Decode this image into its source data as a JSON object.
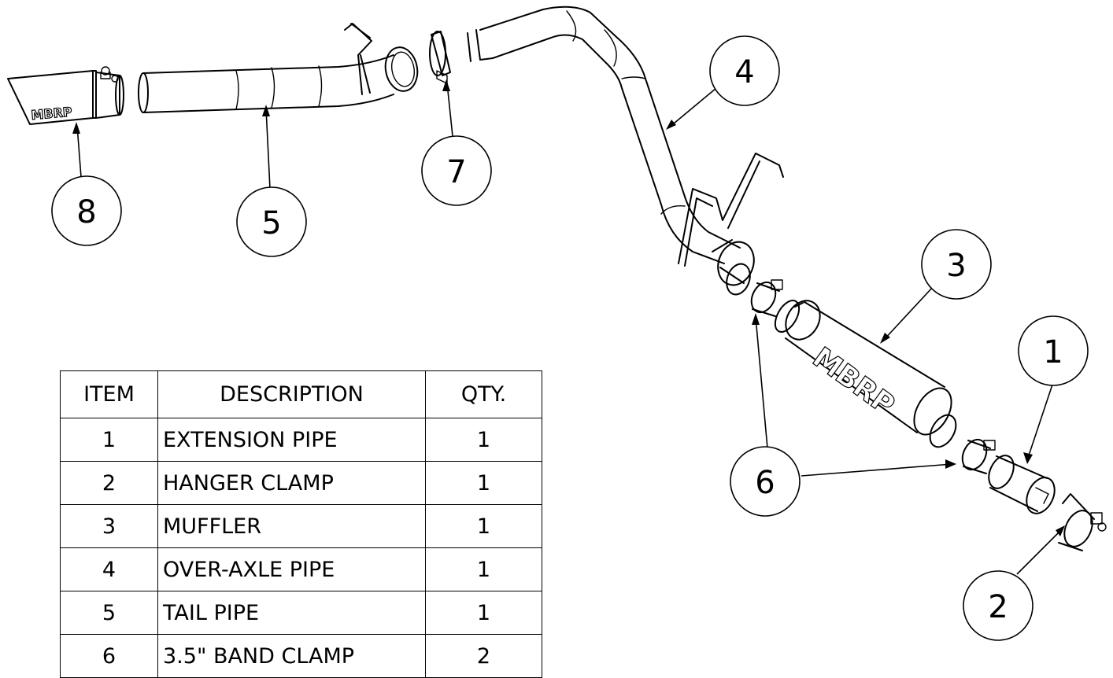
{
  "balloons": [
    {
      "id": "1"
    },
    {
      "id": "2"
    },
    {
      "id": "3"
    },
    {
      "id": "4"
    },
    {
      "id": "5"
    },
    {
      "id": "6"
    },
    {
      "id": "7"
    },
    {
      "id": "8"
    }
  ],
  "logo_text": "MBRP",
  "bom": {
    "headers": {
      "item": "ITEM",
      "description": "DESCRIPTION",
      "qty": "QTY."
    },
    "rows": [
      {
        "item": "1",
        "description": "EXTENSION PIPE",
        "qty": "1"
      },
      {
        "item": "2",
        "description": "HANGER CLAMP",
        "qty": "1"
      },
      {
        "item": "3",
        "description": "MUFFLER",
        "qty": "1"
      },
      {
        "item": "4",
        "description": "OVER-AXLE PIPE",
        "qty": "1"
      },
      {
        "item": "5",
        "description": "TAIL PIPE",
        "qty": "1"
      },
      {
        "item": "6",
        "description": "3.5\" BAND CLAMP",
        "qty": "2"
      }
    ]
  }
}
